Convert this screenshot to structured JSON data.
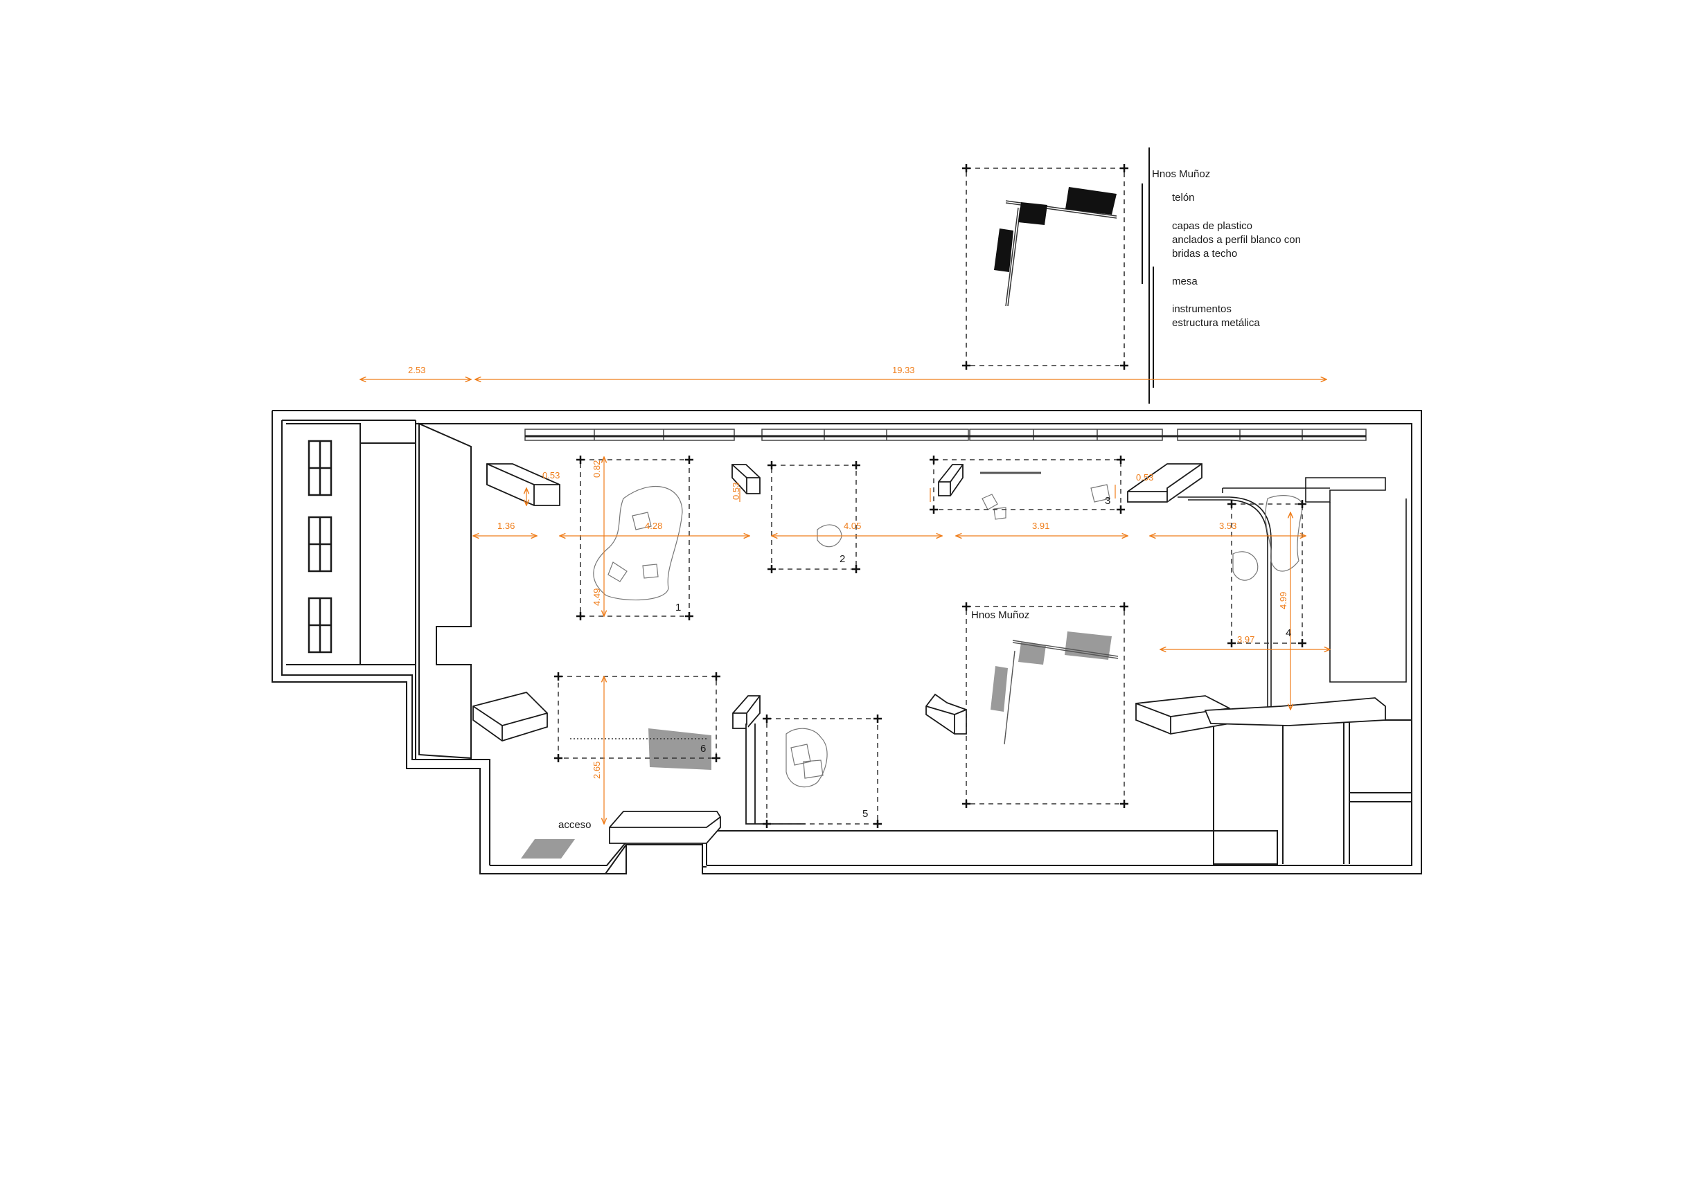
{
  "legend": {
    "title": "Hnos Muñoz",
    "items": [
      "telón",
      "capas de plastico",
      "anclados a perfil blanco con",
      "bridas a techo",
      "mesa",
      "instrumentos",
      "estructura metálica"
    ]
  },
  "dimensions": {
    "overall_a": "2.53",
    "overall_b": "19.33",
    "d1": "1.36",
    "d2": "4.28",
    "d3": "4.05",
    "d4": "3.91",
    "d5": "3.53",
    "d6": "4.49",
    "d7": "0.82",
    "d8": "0.53",
    "d9": "4.99",
    "d10": "3.97",
    "d11": "2.65",
    "d12": "0.53",
    "d13": "0.53"
  },
  "zones": {
    "z1": "1",
    "z2": "2",
    "z3": "3",
    "z4": "4",
    "z5": "5",
    "z6": "6",
    "stage_label": "Hnos Muñoz",
    "entrance": "acceso"
  },
  "colors": {
    "dimension": "#ef7d1a",
    "line": "#1a1a1a",
    "fill_dark": "#111111",
    "fill_grey": "#9a9a9a"
  }
}
